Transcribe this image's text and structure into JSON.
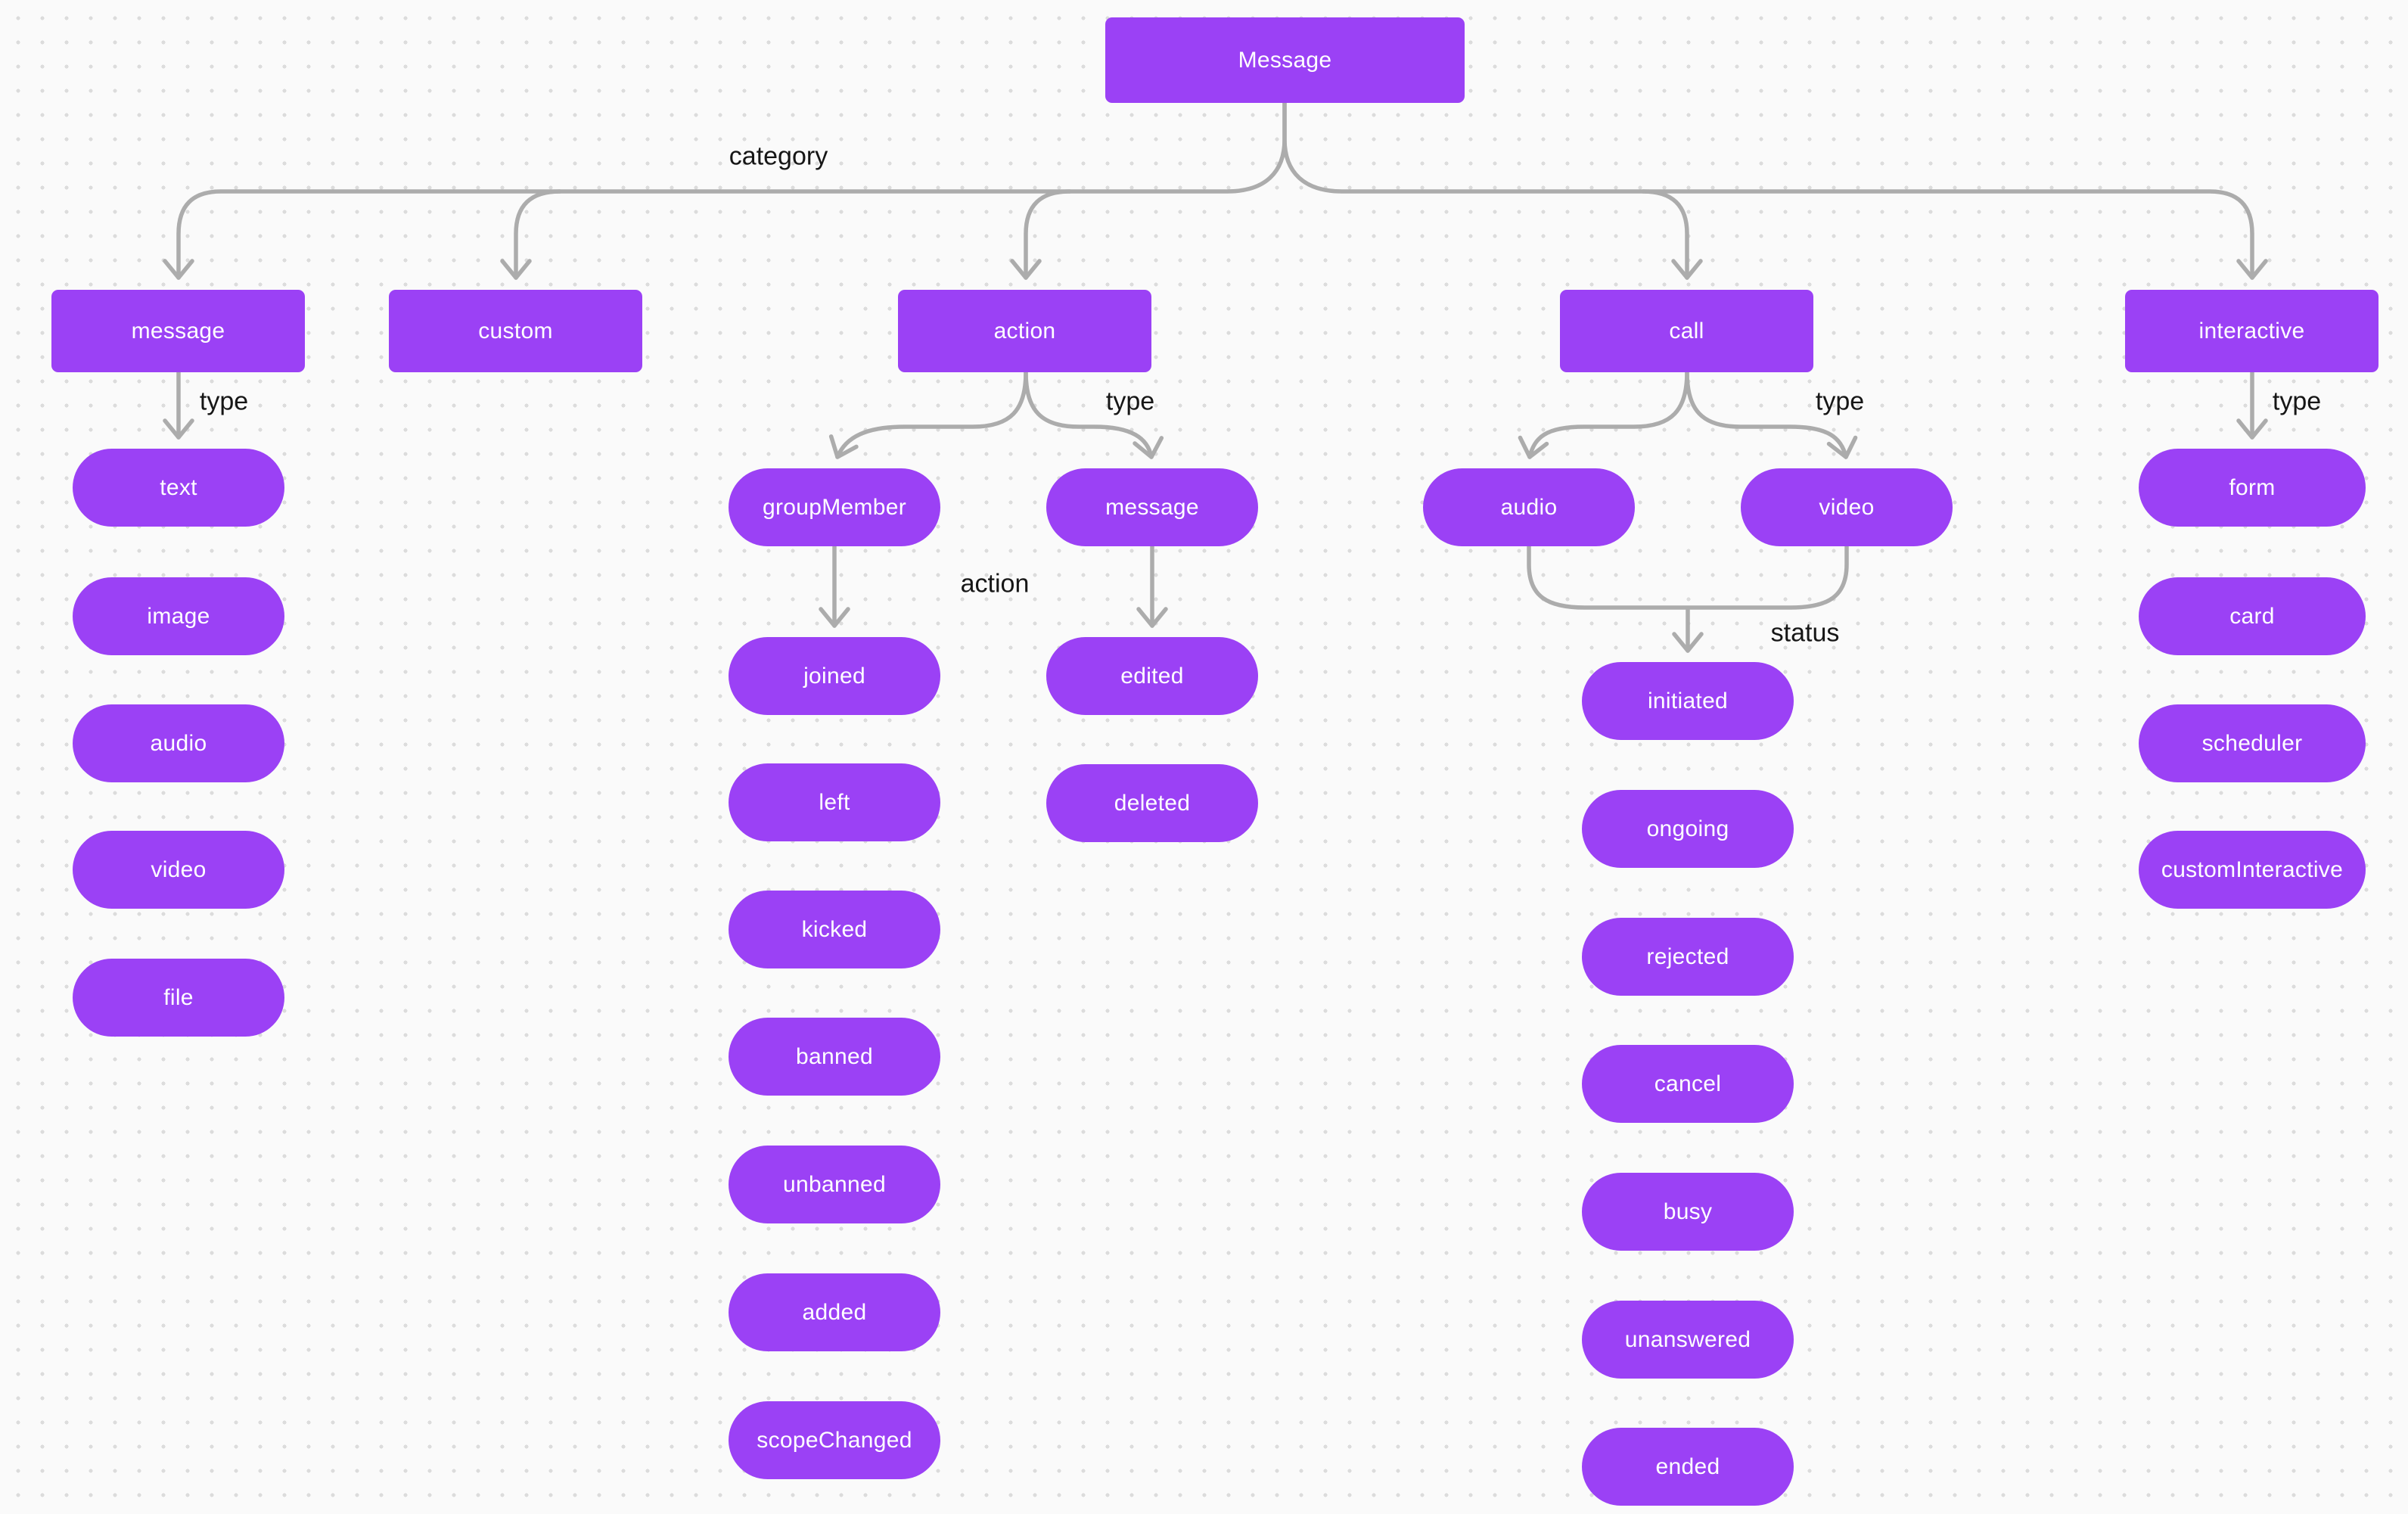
{
  "root": {
    "label": "Message"
  },
  "edge_labels": {
    "category": "category",
    "message_type": "type",
    "action_type": "type",
    "call_type": "type",
    "interactive_type": "type",
    "message_action": "action",
    "call_status": "status"
  },
  "categories": {
    "message": {
      "label": "message",
      "types": [
        "text",
        "image",
        "audio",
        "video",
        "file"
      ]
    },
    "custom": {
      "label": "custom"
    },
    "action": {
      "label": "action",
      "types": {
        "groupMember": {
          "label": "groupMember",
          "actions": [
            "joined",
            "left",
            "kicked",
            "banned",
            "unbanned",
            "added",
            "scopeChanged"
          ]
        },
        "message": {
          "label": "message",
          "actions": [
            "edited",
            "deleted"
          ]
        }
      }
    },
    "call": {
      "label": "call",
      "types": [
        "audio",
        "video"
      ],
      "statuses": [
        "initiated",
        "ongoing",
        "rejected",
        "cancel",
        "busy",
        "unanswered",
        "ended"
      ]
    },
    "interactive": {
      "label": "interactive",
      "types": [
        "form",
        "card",
        "scheduler",
        "customInteractive"
      ]
    }
  },
  "colors": {
    "node_fill": "#9b41f5",
    "node_text": "#ffffff",
    "edge": "#acacac",
    "label_text": "#161616",
    "background": "#fafafa",
    "dot": "#dcdcdc"
  }
}
